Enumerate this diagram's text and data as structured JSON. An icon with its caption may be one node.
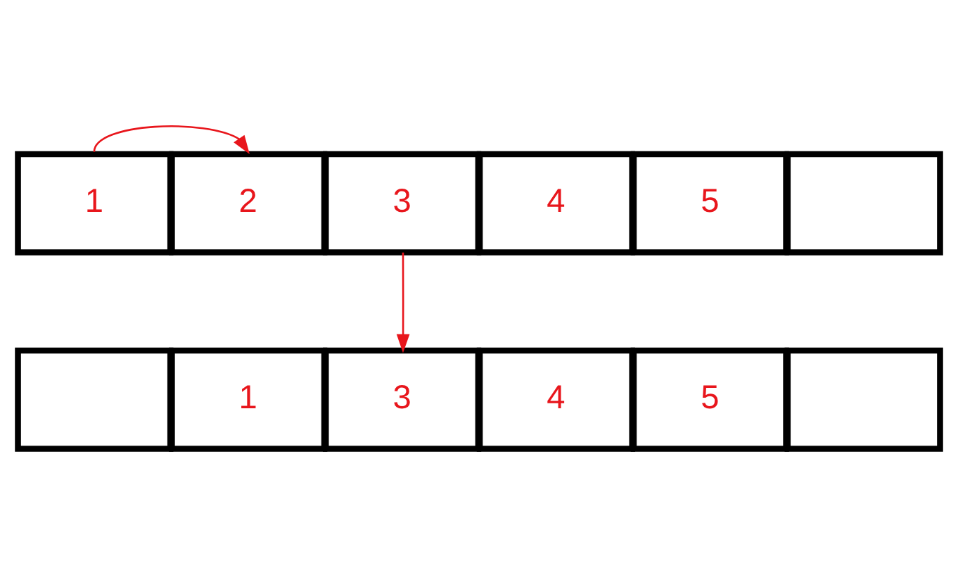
{
  "diagram": {
    "nodes": [
      {
        "text": [
          "1"
        ]
      },
      {
        "text": [
          "2"
        ]
      },
      {
        "text": [
          "3"
        ]
      },
      {
        "text": [
          "4"
        ]
      },
      {
        "text": [
          "5"
        ]
      },
      {
        "text": [],
        "shape": "box"
      },
      {
        "text": [],
        "shape": "box"
      },
      {
        "text": [
          "1"
        ]
      },
      {
        "text": [
          "3"
        ]
      },
      {
        "text": [
          "4"
        ]
      },
      {
        "text": [
          "5"
        ]
      },
      {
        "text": [],
        "shape": "box"
      }
    ],
    "edges": [
      {
        "from": 0,
        "to": 1,
        "arrow": "to"
      },
      {
        "from": 2,
        "to": 8,
        "arrow": "to"
      }
    ]
  }
}
